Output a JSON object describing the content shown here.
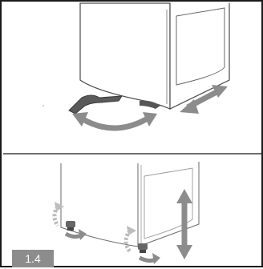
{
  "figure": {
    "step_label": "1.4",
    "colors": {
      "outline": "#4a4a4a",
      "arrow_gray": "#8c8c8c",
      "arrow_light": "#bdbdbd",
      "foot_dark": "#555555",
      "badge_bg": "#8c8c8c",
      "frame": "#1a1a1a"
    },
    "panels": [
      {
        "name": "top-panel",
        "icons": [
          "appliance-side-view",
          "adjustment-wrench-icon",
          "rotate-arrow-icon",
          "push-arrow-icon"
        ]
      },
      {
        "name": "bottom-panel",
        "icons": [
          "appliance-base-view",
          "levelling-foot-icon",
          "rotate-arrow-icon",
          "height-arrow-icon"
        ]
      }
    ]
  }
}
